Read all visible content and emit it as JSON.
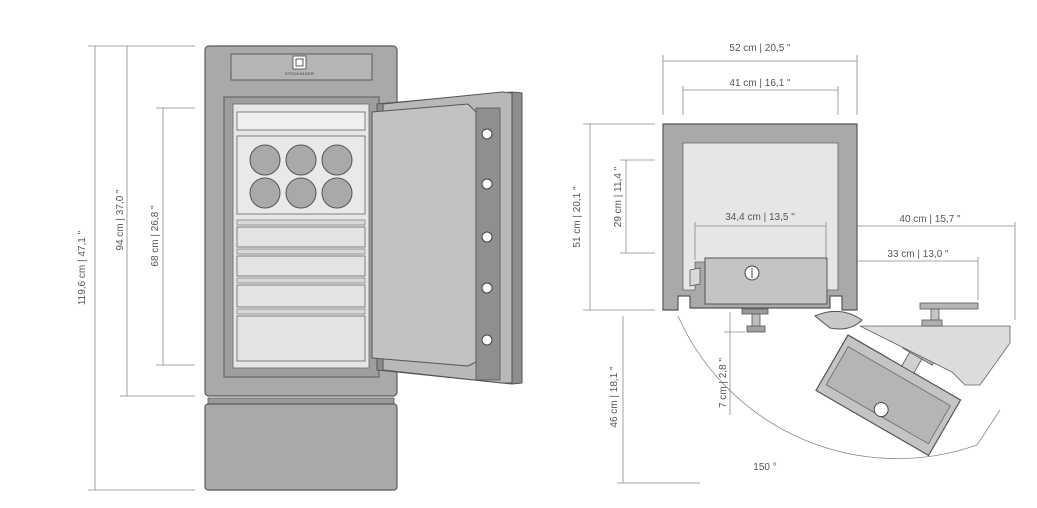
{
  "front_view": {
    "brand_text": "STOCKINGER",
    "dimensions": {
      "total_height": "119,6 cm  |  47,1 \"",
      "body_height": "94 cm  |  37,0 \"",
      "interior_height": "68 cm  |  26,8 \""
    }
  },
  "plan_view": {
    "dimensions": {
      "outer_width": "52 cm  |  20,5 \"",
      "inner_width": "41 cm  |  16,1 \"",
      "depth": "51 cm  |  20,1 \"",
      "interior_depth": "29 cm  |  11,4 \"",
      "drawer_width": "34,4 cm  |  13,5 \"",
      "door_depth_with_handle": "40 cm  |  15,7 \"",
      "door_depth": "33 cm  |  13,0 \"",
      "handle_projection": "7 cm  |  2,8 \"",
      "door_swing_radius": "46 cm  |  18,1 \"",
      "door_angle": "150 °"
    }
  },
  "colors": {
    "body": "#a9a9a9",
    "body_dark": "#8d8d8d",
    "interior": "#e6e6e6",
    "door": "#c2c2c2",
    "dimension_line": "#8a8a8a",
    "label": "#555555"
  }
}
